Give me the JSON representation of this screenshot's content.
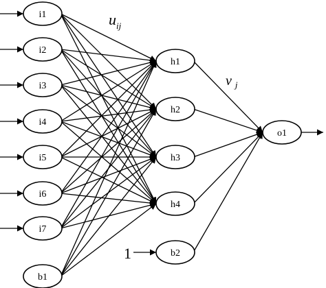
{
  "diagram": {
    "input_nodes": [
      "i1",
      "i2",
      "i3",
      "i4",
      "i5",
      "i6",
      "i7",
      "b1"
    ],
    "hidden_nodes": [
      "h1",
      "h2",
      "h3",
      "h4"
    ],
    "hidden_bias_node": "b2",
    "output_node": "o1",
    "input_to_hidden_weight_label": {
      "base": "u",
      "sub": "ij"
    },
    "hidden_to_output_weight_label": {
      "base": "v",
      "sub": "j"
    },
    "bias_input_value": "1",
    "colors": {
      "stroke": "#000000",
      "background": "#ffffff"
    }
  }
}
